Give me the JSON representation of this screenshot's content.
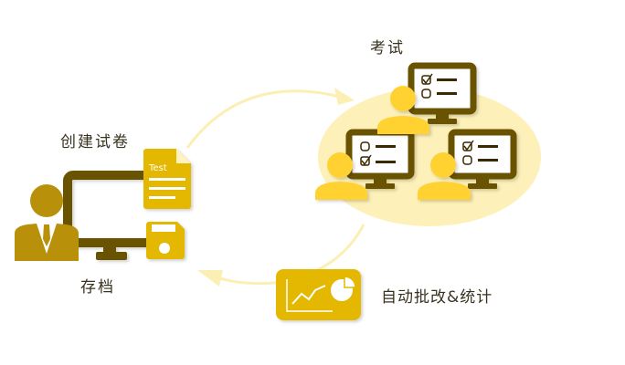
{
  "labels": {
    "create_exam": "创建试卷",
    "archive": "存档",
    "exam": "考试",
    "auto_grade": "自动批改&统计",
    "test_doc": "Test"
  },
  "colors": {
    "dark_brown": "#6b5200",
    "person_left": "#b8900a",
    "gold": "#e4b800",
    "person_exam": "#ffd233",
    "ellipse": "#fdf0b8",
    "arrow": "#fcefb4"
  }
}
